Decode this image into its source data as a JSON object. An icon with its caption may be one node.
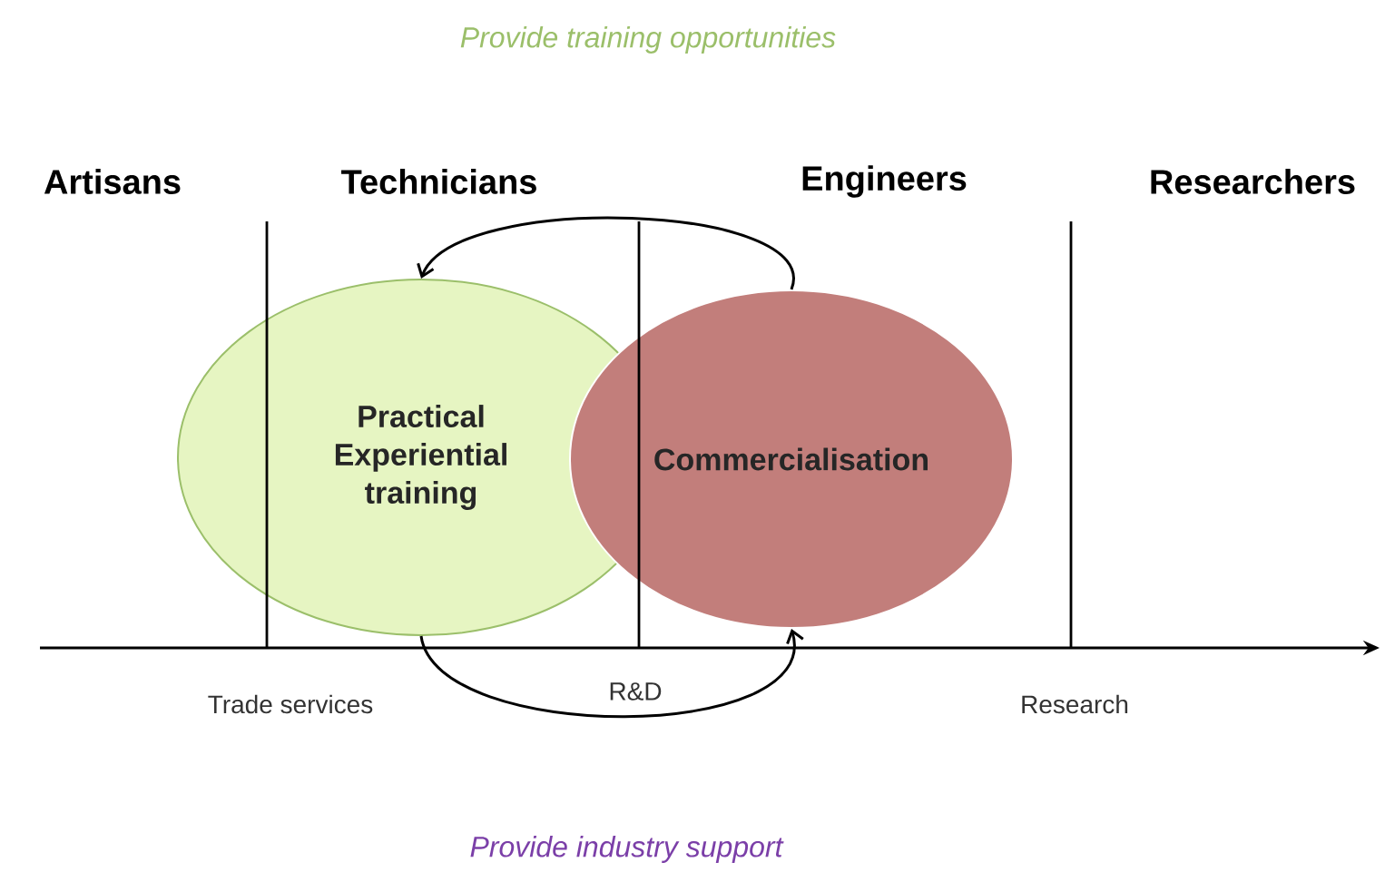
{
  "diagram": {
    "title": "Provide training opportunities",
    "caption": "Provide industry support",
    "nodes": [
      {
        "text": [
          "Practical Experiential training"
        ]
      },
      {
        "text": [
          "Commercialisation"
        ]
      }
    ],
    "edges": [
      {
        "from": 1,
        "to": 0,
        "arrow": "to"
      },
      {
        "from": 0,
        "to": 1,
        "arrow": "to",
        "label": "R&D"
      }
    ],
    "labels": [
      "Artisans",
      "Technicians",
      "Engineers",
      "Researchers",
      "Trade services",
      "Research"
    ]
  }
}
